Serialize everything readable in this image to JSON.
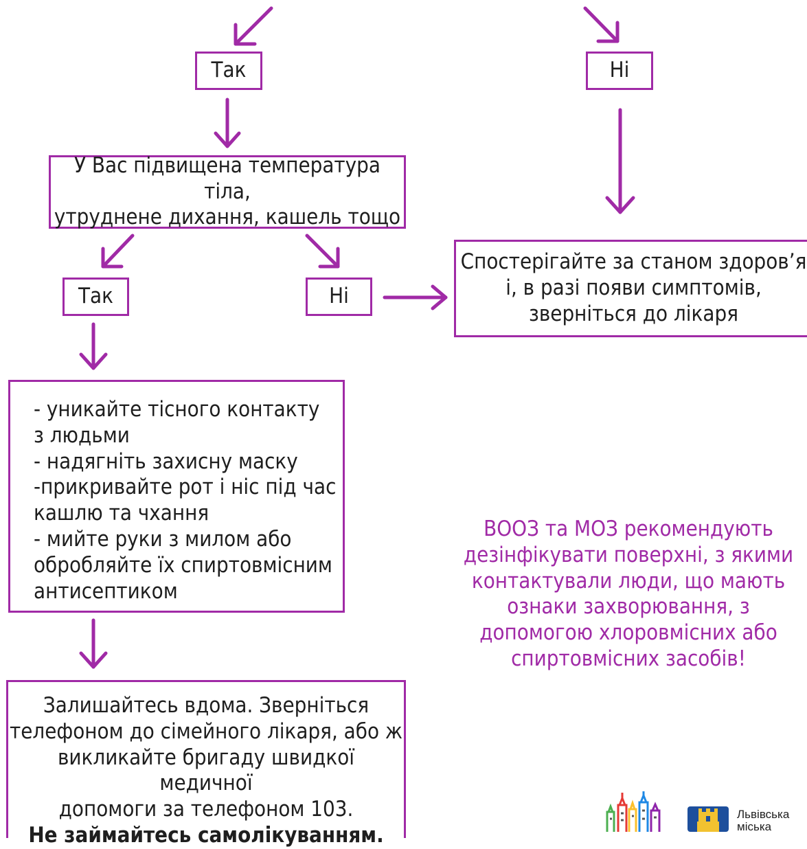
{
  "colors": {
    "accent": "#a02aa6",
    "text": "#1e1e1e",
    "logo_blue": "#1d4f9c",
    "logo_gold": "#f2c230"
  },
  "flow": {
    "top_yes": "Так",
    "top_no": "Ні",
    "symptoms_question": [
      "У Вас підвищена температура тіла,",
      "утруднене дихання, кашель тощо"
    ],
    "symptoms_yes": "Так",
    "symptoms_no": "Ні",
    "observe": [
      "Спостерігайте за станом здоров’я",
      "і, в разі появи симптомів,",
      "зверніться до лікаря"
    ],
    "precautions": [
      "- уникайте тісного контакту",
      "з людьми",
      "- надягніть захисну маску",
      "-прикривайте рот і ніс під час",
      "кашлю та чхання",
      "- мийте руки з милом або",
      "обробляйте їх спиртовмісним",
      "антисептиком"
    ],
    "stay_home": [
      "Залишайтесь вдома. Зверніться",
      "телефоном до сімейного лікаря, або ж",
      "викликайте бригаду швидкої медичної",
      "допомоги за телефоном 103."
    ],
    "stay_home_bold": "Не займайтесь самолікуванням."
  },
  "recommendation": [
    "ВООЗ та МОЗ рекомендують",
    "дезінфікувати поверхні, з якими",
    "контактували люди, що мають",
    "ознаки захворювання, з",
    "допомогою хлоровмісних або",
    "спиртовмісних засобів!"
  ],
  "logo": {
    "org_lines": [
      "Львівська",
      "міська"
    ]
  }
}
